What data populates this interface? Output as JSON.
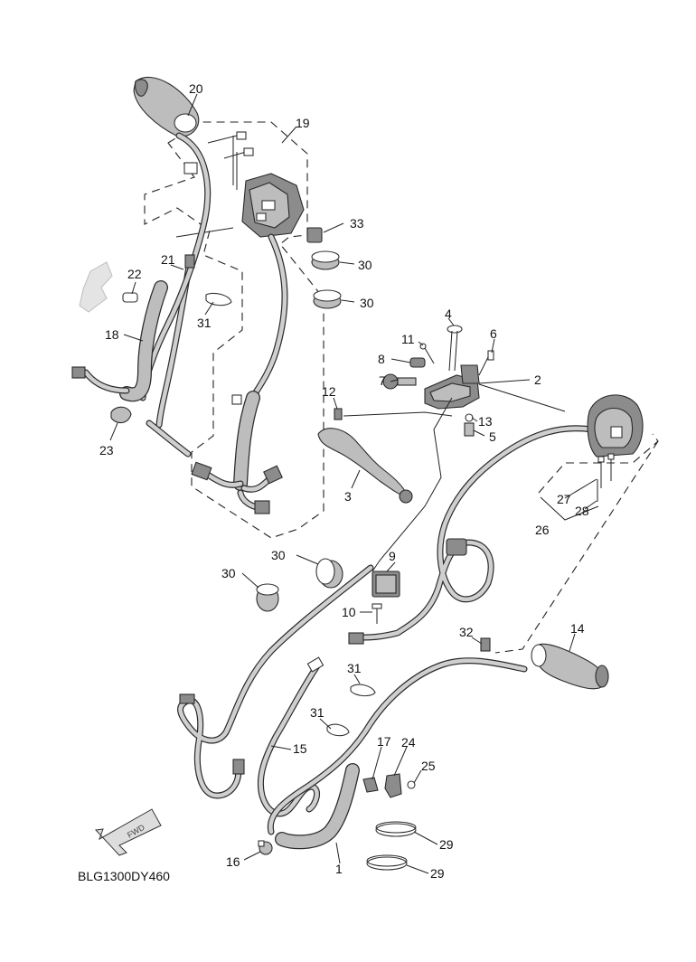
{
  "diagram_code": "BLG1300DY460",
  "fwd_label": "FWD",
  "part_labels": [
    "1",
    "2",
    "3",
    "4",
    "5",
    "6",
    "7",
    "8",
    "9",
    "10",
    "11",
    "12",
    "13",
    "14",
    "15",
    "16",
    "17",
    "18",
    "19",
    "20",
    "21",
    "22",
    "23",
    "24",
    "25",
    "26",
    "27",
    "28",
    "29",
    "29",
    "30",
    "30",
    "30",
    "30",
    "31",
    "31",
    "31",
    "32",
    "33"
  ]
}
